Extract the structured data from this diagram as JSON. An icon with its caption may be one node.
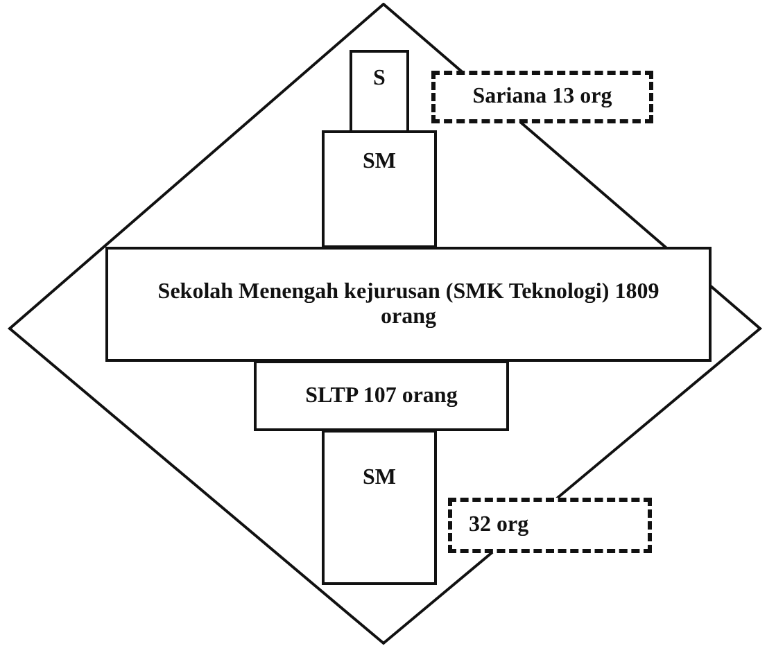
{
  "diagram": {
    "nodes": [
      {
        "text": [],
        "shape": "diamond"
      },
      {
        "text": [
          "S"
        ],
        "in": 0
      },
      {
        "text": [
          "Sariana 13 org"
        ]
      },
      {
        "text": [
          "SM"
        ],
        "in": 0
      },
      {
        "text": [
          "Sekolah Menengah kejurusan (SMK Teknologi) 1809 orang"
        ],
        "in": 0
      },
      {
        "text": [
          "SLTP 107 orang"
        ],
        "in": 0
      },
      {
        "text": [
          "SM"
        ],
        "in": 0
      },
      {
        "text": [
          "32 org"
        ]
      }
    ]
  }
}
